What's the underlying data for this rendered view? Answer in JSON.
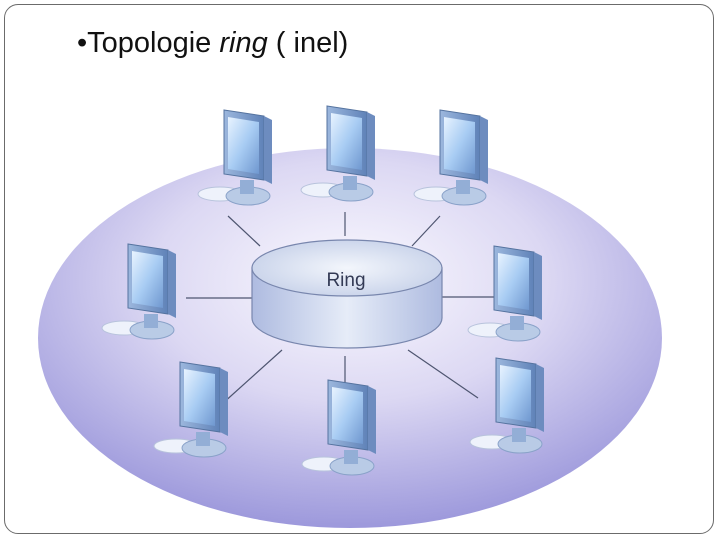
{
  "title": {
    "bullet": "•",
    "text_regular": "Topologie ",
    "text_italic": "ring",
    "text_tail": " ( inel)"
  },
  "diagram": {
    "hub_label": "Ring",
    "node_count": 8,
    "colors": {
      "ellipse_light": "#f4f2fb",
      "ellipse_dark": "#9a96dc",
      "hub_fill": "#c9d3ea",
      "monitor_screen": "#a9ccf2",
      "monitor_frame": "#7e9fcf",
      "link": "#5a6078"
    }
  }
}
